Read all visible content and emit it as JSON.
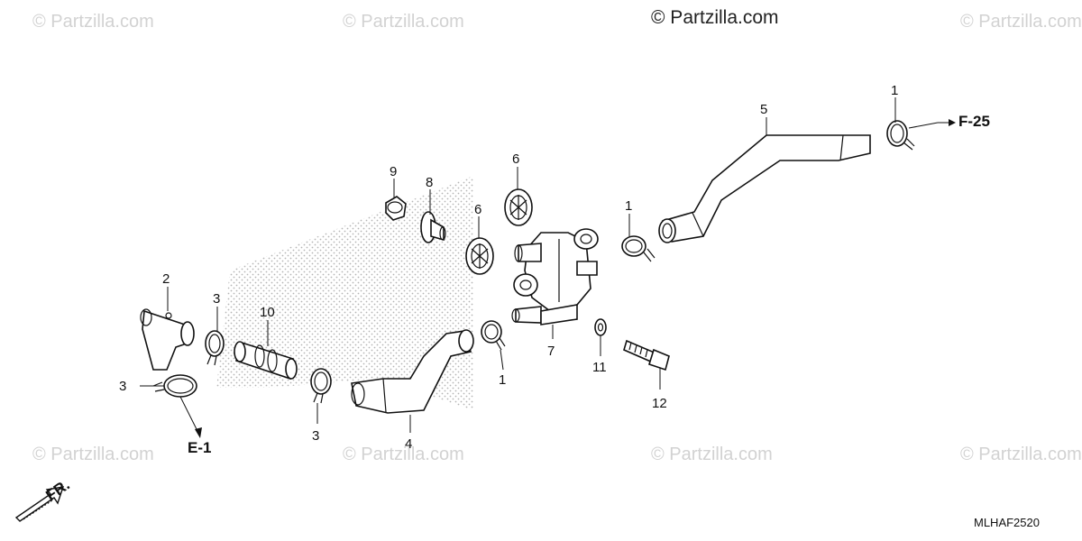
{
  "watermarks": {
    "text": "© Partzilla.com",
    "header": "© Partzilla.com"
  },
  "callouts": {
    "c1_top": "1",
    "c5": "5",
    "c6_top": "6",
    "c6_mid": "6",
    "c9": "9",
    "c8": "8",
    "c1_right": "1",
    "c2": "2",
    "c3_left": "3",
    "c3_mid": "3",
    "c3_bottom": "3",
    "c10": "10",
    "c7": "7",
    "c1_bottom": "1",
    "c11": "11",
    "c12": "12",
    "c4": "4"
  },
  "references": {
    "f25": "F-25",
    "e1": "E-1",
    "front": "FR."
  },
  "diagram_code": "MLHAF2520"
}
